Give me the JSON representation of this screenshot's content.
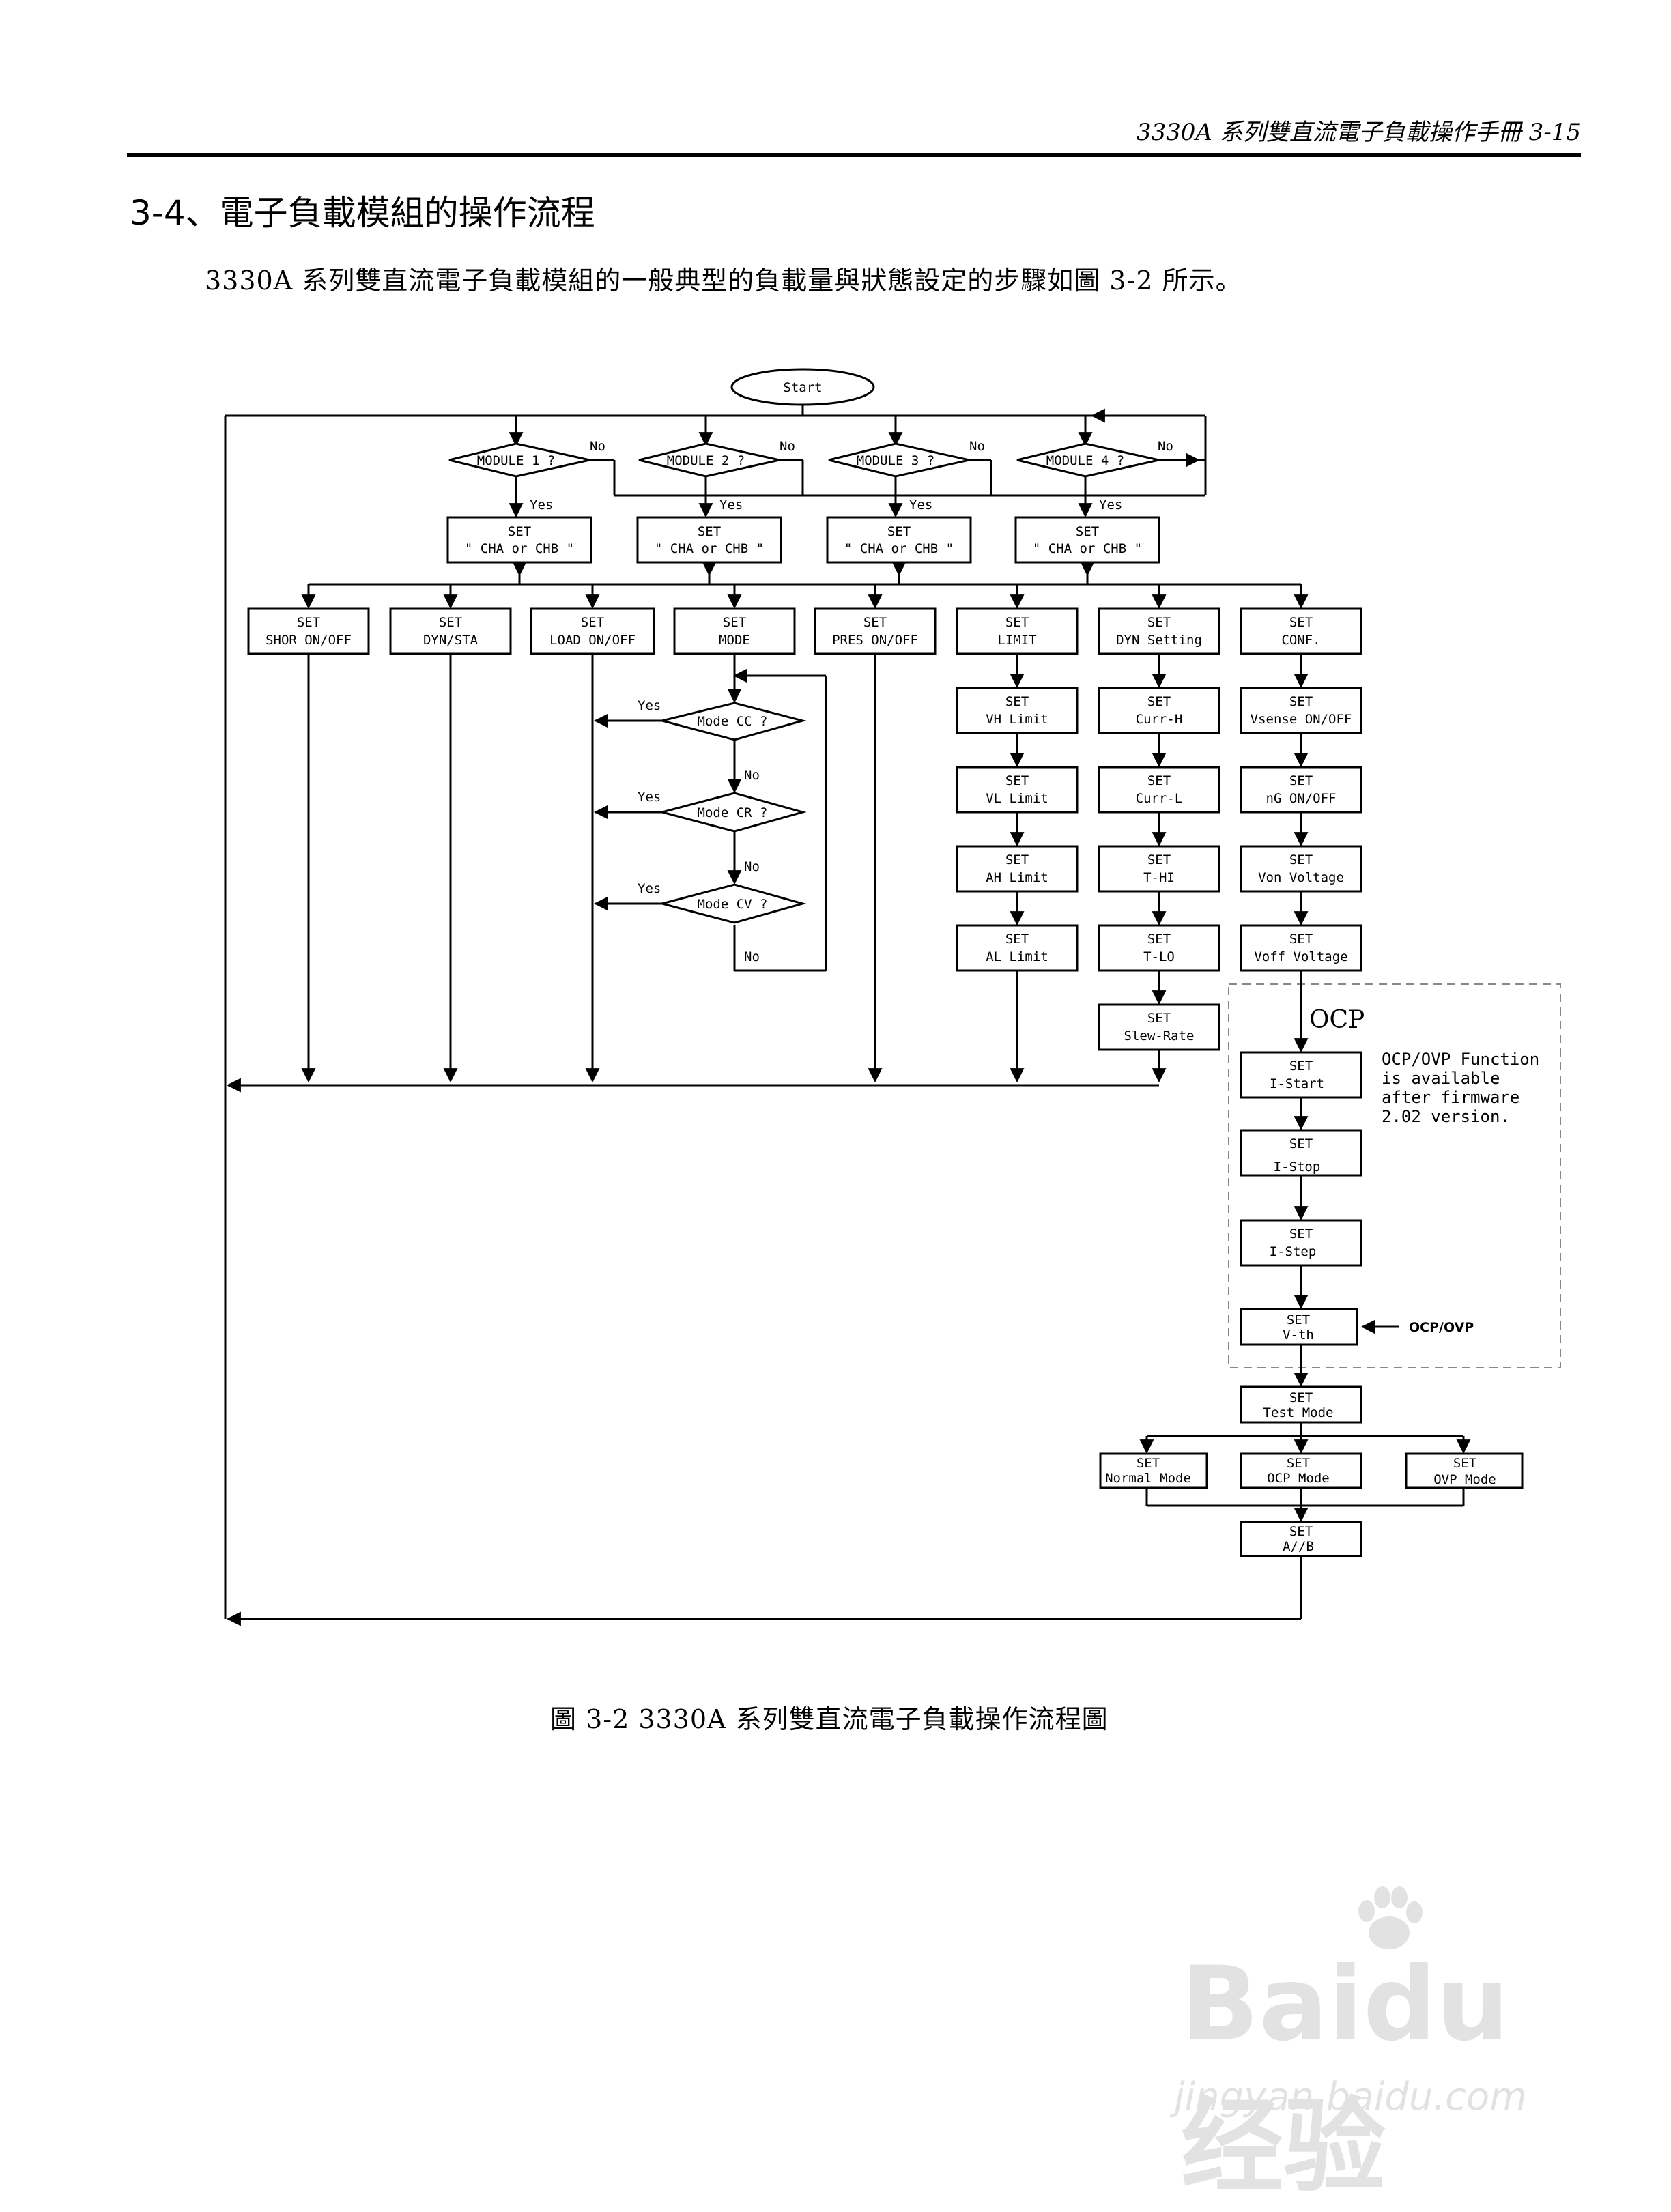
{
  "header": {
    "running_title": "3330A 系列雙直流電子負載操作手冊 3-15"
  },
  "section": {
    "title": "3-4、電子負載模組的操作流程"
  },
  "intro_text": "3330A 系列雙直流電子負載模組的一般典型的負載量與狀態設定的步驟如圖 3-2 所示。",
  "flowchart": {
    "start": "Start",
    "modules": [
      "MODULE 1 ?",
      "MODULE 2 ?",
      "MODULE 3 ?",
      "MODULE 4 ?"
    ],
    "yes": "Yes",
    "no": "No",
    "set": "SET",
    "cha_chb": "\" CHA or CHB \"",
    "top_functions": [
      "SHOR ON/OFF",
      "DYN/STA",
      "LOAD ON/OFF",
      "MODE",
      "PRES ON/OFF",
      "LIMIT",
      "DYN Setting",
      "CONF."
    ],
    "mode_decisions": [
      "Mode CC ?",
      "Mode CR ?",
      "Mode CV ?"
    ],
    "limit_steps": [
      "VH Limit",
      "VL Limit",
      "AH Limit",
      "AL Limit"
    ],
    "dyn_steps": [
      "Curr-H",
      "Curr-L",
      "T-HI",
      "T-LO",
      "Slew-Rate"
    ],
    "conf_steps": [
      "Vsense ON/OFF",
      "nG ON/OFF",
      "Von Voltage",
      "Voff Voltage"
    ],
    "ocp_title": "OCP",
    "ocp_steps": [
      "I-Start",
      "I-Stop",
      "I-Step",
      "V-th"
    ],
    "ocp_note": [
      "OCP/OVP Function",
      "is available",
      "after firmware",
      "2.02 version."
    ],
    "ocp_ovp_label": "OCP/OVP",
    "test_mode": "Test Mode",
    "test_options": [
      "Normal Mode",
      "OCP Mode",
      "OVP Mode"
    ],
    "final": "A//B"
  },
  "caption": "圖 3-2 3330A 系列雙直流電子負載操作流程圖",
  "watermark": {
    "brand": "Baidu经验",
    "url": "jingyan.baidu.com"
  }
}
